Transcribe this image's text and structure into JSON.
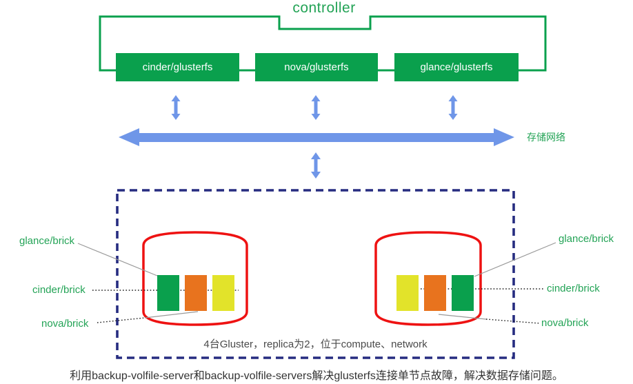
{
  "controller_label": "controller",
  "services": [
    {
      "label": "cinder/glusterfs"
    },
    {
      "label": "nova/glusterfs"
    },
    {
      "label": "glance/glusterfs"
    }
  ],
  "storage_network_label": "存储网络",
  "cluster": {
    "caption": "4台Gluster，replica为2，位于compute、network",
    "brick_labels_left": [
      "glance/brick",
      "cinder/brick",
      "nova/brick"
    ],
    "brick_labels_right": [
      "glance/brick",
      "cinder/brick",
      "nova/brick"
    ],
    "cylinders": [
      {
        "bricks": [
          {
            "service": "glance",
            "color": "green"
          },
          {
            "service": "nova",
            "color": "orange"
          },
          {
            "service": "cinder",
            "color": "yellow"
          }
        ]
      },
      {
        "bricks": [
          {
            "service": "cinder",
            "color": "yellow"
          },
          {
            "service": "nova",
            "color": "orange"
          },
          {
            "service": "glance",
            "color": "green"
          }
        ]
      }
    ]
  },
  "footer_text": "利用backup-volfile-server和backup-volfile-servers解决glusterfs连接单节点故障，解决数据存储问题。",
  "colors": {
    "green": "#0aa04d",
    "green_text": "#23a356",
    "blue": "#6f96e8",
    "red": "#ee1212",
    "navy": "#262c80",
    "orange": "#e8731e",
    "yellow": "#e2e32a",
    "line_gray": "#999999",
    "dotted_black": "#1a1a1a",
    "caption_text": "#4a4a4a",
    "footer_text_color": "#333333"
  }
}
